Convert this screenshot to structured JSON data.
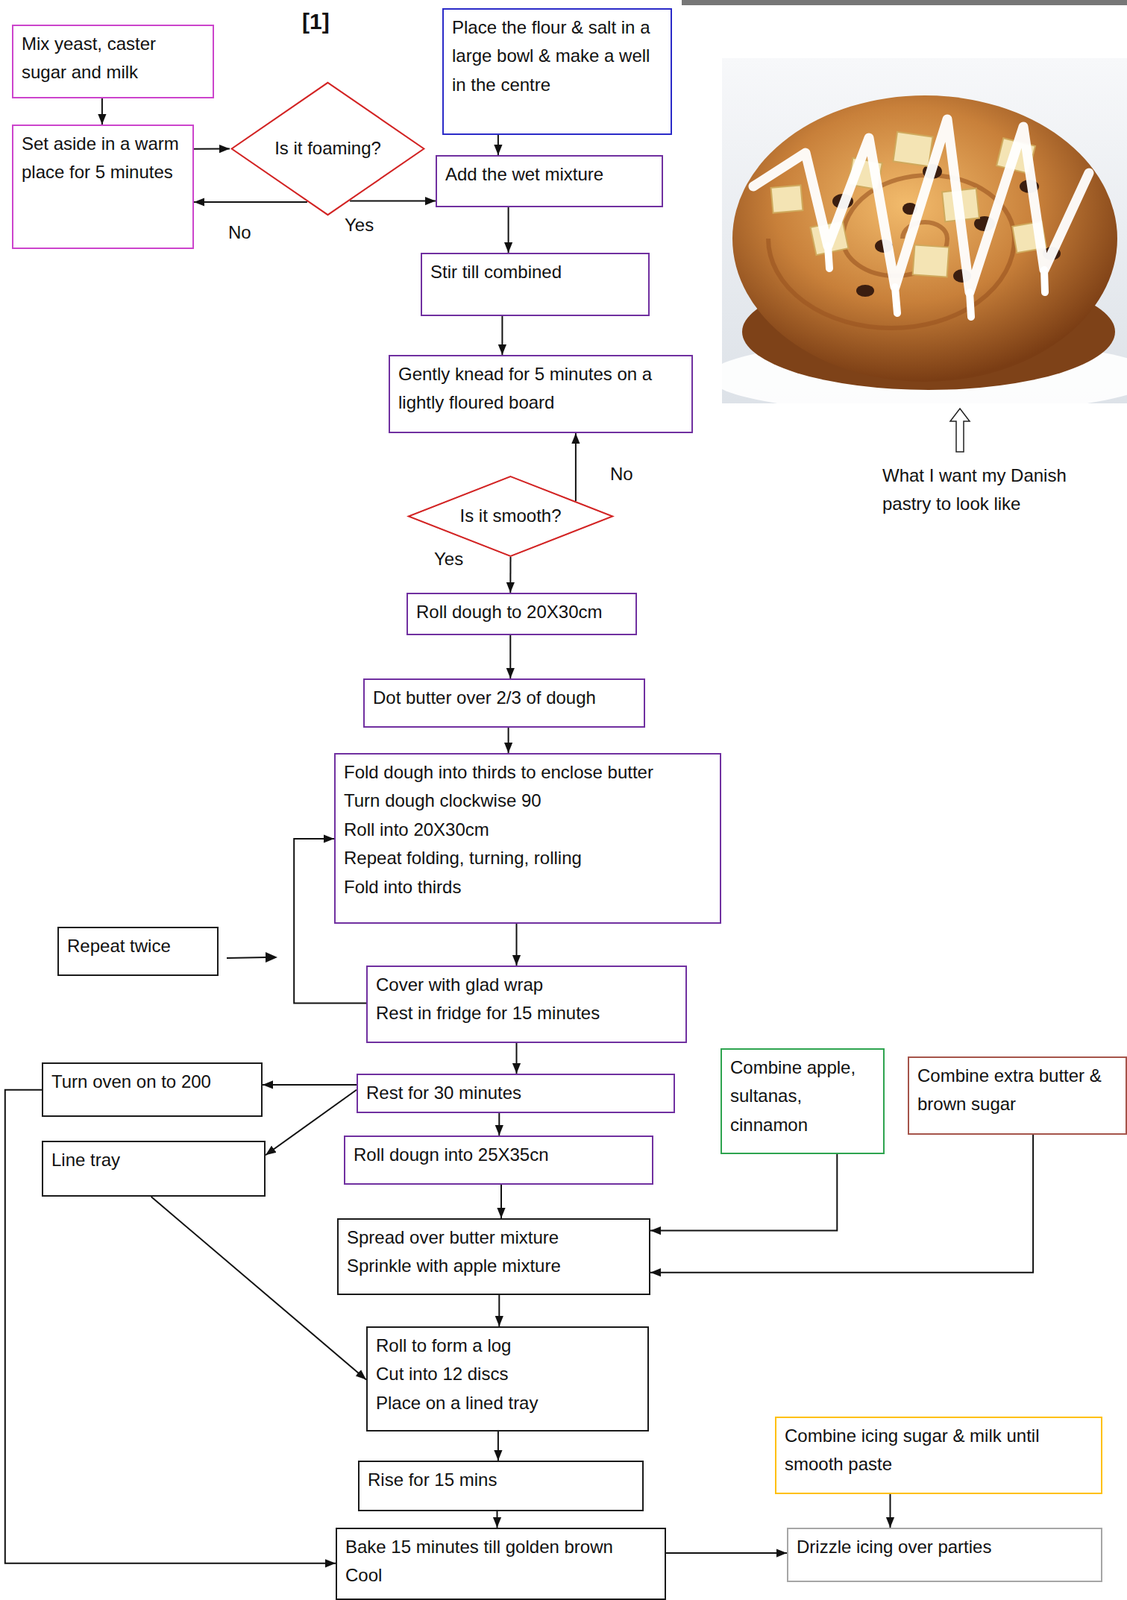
{
  "diagram": {
    "nodes": [
      {
        "text": [
          "Mix yeast, caster sugar and milk"
        ]
      },
      {
        "text": [
          "Set aside in a warm place for 5 minutes"
        ]
      },
      {
        "text": [
          "Is it foaming?"
        ]
      },
      {
        "text": [
          "Place the flour & salt in a large bowl & make a well in the centre"
        ]
      },
      {
        "text": [
          "Add the wet mixture"
        ]
      },
      {
        "text": [
          "Stir till combined"
        ]
      },
      {
        "text": [
          "Gently knead for 5 minutes on a lightly floured board"
        ]
      },
      {
        "text": [
          "Is it smooth?"
        ]
      },
      {
        "text": [
          "Roll dough to 20X30cm"
        ]
      },
      {
        "text": [
          "Dot butter over 2/3 of dough"
        ]
      },
      {
        "text": [
          "Fold dough into thirds to enclose butter",
          "Turn dough clockwise 90",
          "Roll into 20X30cm",
          "Repeat folding, turning, rolling",
          "Fold into thirds"
        ]
      },
      {
        "text": [
          "Repeat twice"
        ]
      },
      {
        "text": [
          "Cover with glad wrap",
          "Rest in fridge for 15 minutes"
        ]
      },
      {
        "text": [
          "Turn oven on to 200"
        ]
      },
      {
        "text": [
          "Rest for 30 minutes"
        ]
      },
      {
        "text": [
          "Combine apple, sultanas, cinnamon"
        ]
      },
      {
        "text": [
          "Combine extra butter & brown sugar"
        ]
      },
      {
        "text": [
          "Line tray"
        ]
      },
      {
        "text": [
          "Roll dougn into 25X35cn"
        ]
      },
      {
        "text": [
          "Spread over butter mixture",
          "Sprinkle with apple mixture"
        ]
      },
      {
        "text": [
          "Roll to form a log",
          "Cut into 12 discs",
          "Place on a lined tray"
        ]
      },
      {
        "text": [
          "Combine icing sugar & milk until smooth paste"
        ]
      },
      {
        "text": [
          "Rise for 15 mins"
        ]
      },
      {
        "text": [
          "Bake 15 minutes till golden brown",
          "Cool"
        ]
      },
      {
        "text": [
          "Drizzle icing over parties"
        ]
      }
    ],
    "edges": [
      {
        "from": 0,
        "to": 1,
        "arrow": "to"
      },
      {
        "from": 1,
        "to": 2,
        "arrow": "to"
      },
      {
        "from": 2,
        "to": 1,
        "label": "No",
        "arrow": "to"
      },
      {
        "from": 2,
        "to": 4,
        "label": "Yes",
        "arrow": "to"
      },
      {
        "from": 3,
        "to": 4,
        "arrow": "to"
      },
      {
        "from": 4,
        "to": 5,
        "arrow": "to"
      },
      {
        "from": 5,
        "to": 6,
        "arrow": "to"
      },
      {
        "from": 7,
        "to": 6,
        "label": "No",
        "arrow": "to"
      },
      {
        "from": 7,
        "to": 8,
        "label": "Yes",
        "arrow": "to"
      },
      {
        "from": 8,
        "to": 9,
        "arrow": "to"
      },
      {
        "from": 9,
        "to": 10,
        "arrow": "to"
      },
      {
        "from": 10,
        "to": 12,
        "arrow": "to"
      },
      {
        "from": 12,
        "to": 10,
        "arrow": "to"
      },
      {
        "from": 12,
        "to": 14,
        "arrow": "to"
      },
      {
        "from": 14,
        "to": 13,
        "arrow": "to"
      },
      {
        "from": 14,
        "to": 17,
        "arrow": "to"
      },
      {
        "from": 14,
        "to": 18,
        "arrow": "to"
      },
      {
        "from": 18,
        "to": 19,
        "arrow": "to"
      },
      {
        "from": 15,
        "to": 19,
        "arrow": "to"
      },
      {
        "from": 16,
        "to": 19,
        "arrow": "to"
      },
      {
        "from": 19,
        "to": 20,
        "arrow": "to"
      },
      {
        "from": 17,
        "to": 20,
        "arrow": "to"
      },
      {
        "from": 20,
        "to": 22,
        "arrow": "to"
      },
      {
        "from": 22,
        "to": 23,
        "arrow": "to"
      },
      {
        "from": 13,
        "to": 23,
        "arrow": "to"
      },
      {
        "from": 21,
        "to": 24,
        "arrow": "to"
      },
      {
        "from": 23,
        "to": 24,
        "arrow": "to"
      }
    ],
    "labels": [
      "[1]",
      "What I want my Danish pastry to look like"
    ]
  }
}
